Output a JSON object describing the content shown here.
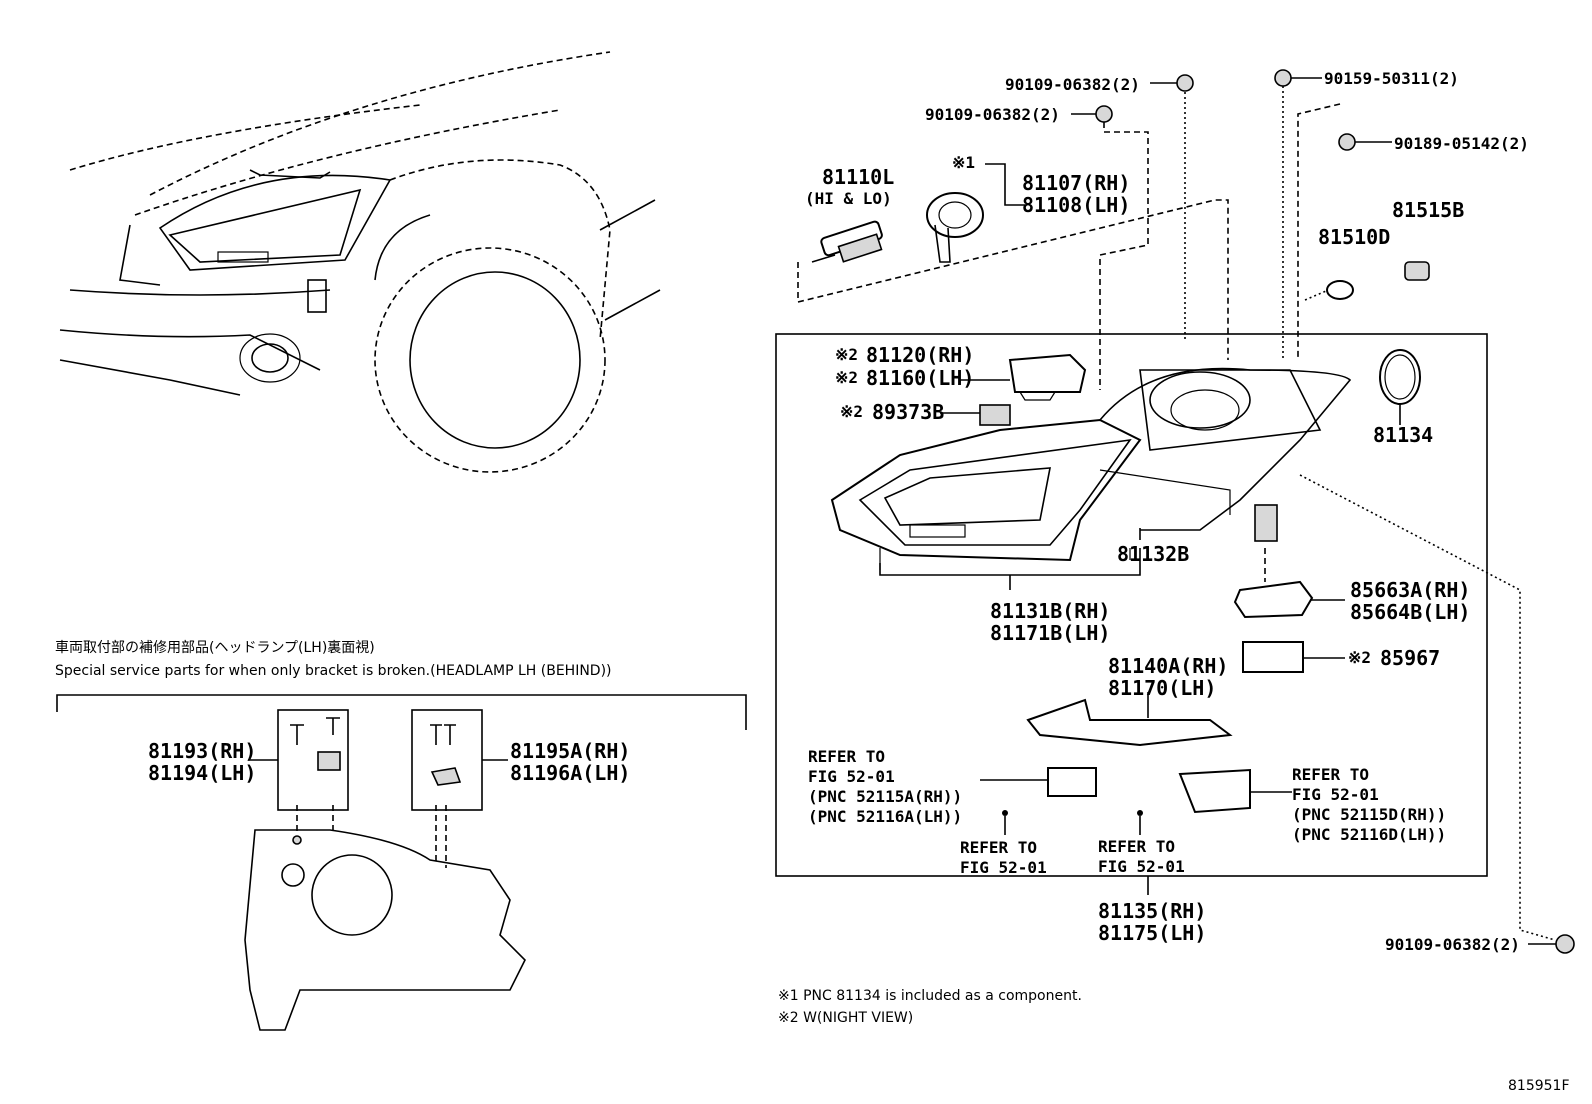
{
  "callouts": {
    "p_90109_a": "90109-06382(2)",
    "p_90109_b": "90109-06382(2)",
    "p_90159": "90159-50311(2)",
    "p_90189": "90189-05142(2)",
    "p_81110L": "81110L",
    "p_hilo": "(HI & LO)",
    "mark1": "※1",
    "p_81107": "81107(RH)",
    "p_81108": "81108(LH)",
    "p_81515B": "81515B",
    "p_81510D": "81510D",
    "p_81120": "81120(RH)",
    "p_81160": "81160(LH)",
    "p_89373B": "89373B",
    "mark2a": "※2",
    "mark2b": "※2",
    "mark2c": "※2",
    "mark2d": "※2",
    "p_81134": "81134",
    "p_81132B": "81132B",
    "p_81131B": "81131B(RH)",
    "p_81171B": "81171B(LH)",
    "p_85663A": "85663A(RH)",
    "p_85664B": "85664B(LH)",
    "p_85967": "85967",
    "p_81140A": "81140A(RH)",
    "p_81170": "81170(LH)",
    "refer_left_1": "REFER TO",
    "refer_left_2": "FIG 52-01",
    "refer_left_3": "(PNC 52115A(RH))",
    "refer_left_4": "(PNC 52116A(LH))",
    "refer_right_1": "REFER TO",
    "refer_right_2": "FIG 52-01",
    "refer_right_3": "(PNC 52115D(RH))",
    "refer_right_4": "(PNC 52116D(LH))",
    "refer_bl_1": "REFER TO",
    "refer_bl_2": "FIG 52-01",
    "refer_bm_1": "REFER TO",
    "refer_bm_2": "FIG 52-01",
    "p_81135": "81135(RH)",
    "p_81175": "81175(LH)",
    "p_90109_c": "90109-06382(2)",
    "p_81193": "81193(RH)",
    "p_81194": "81194(LH)",
    "p_81195A": "81195A(RH)",
    "p_81196A": "81196A(LH)"
  },
  "service_note": {
    "jp": "車両取付部の補修用部品(ヘッドランプ(LH)裏面視)",
    "en": "Special service parts for when only bracket is broken.(HEADLAMP LH (BEHIND))"
  },
  "footnotes": {
    "note1": "※1 PNC 81134 is included as a component.",
    "note2": "※2 W(NIGHT VIEW)"
  },
  "figure_id": "815951F"
}
